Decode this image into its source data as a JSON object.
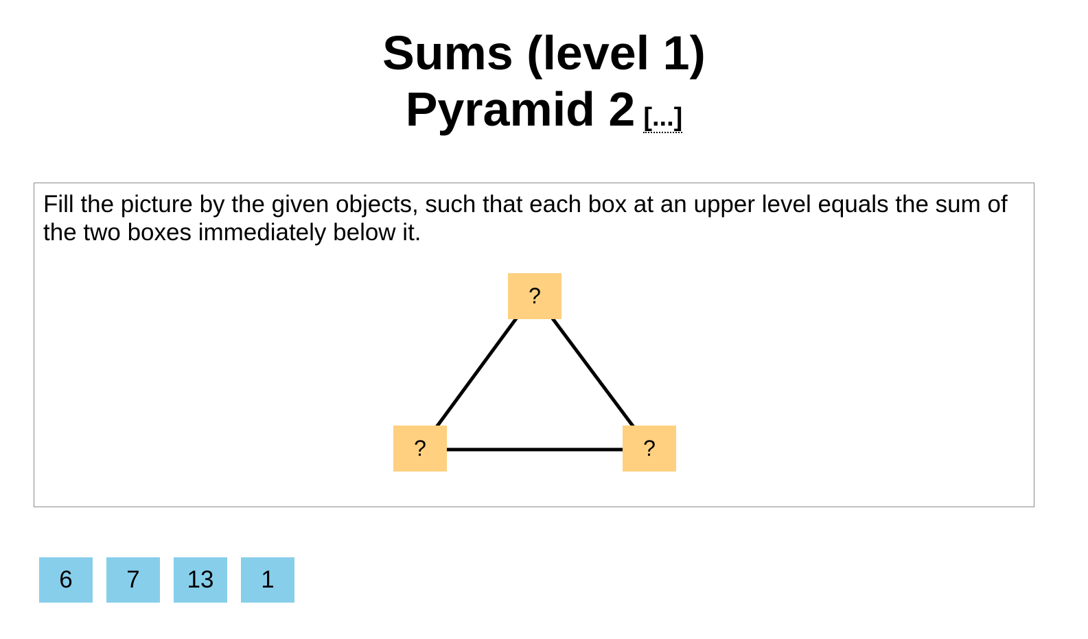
{
  "header": {
    "title": "Sums (level 1)",
    "subtitle": "Pyramid 2",
    "more_link": "[...]"
  },
  "task": {
    "instructions": "Fill the picture by the given objects, such that each box at an upper level equals the sum of the two boxes immediately below it."
  },
  "pyramid": {
    "slots": {
      "top": "?",
      "bottom_left": "?",
      "bottom_right": "?"
    }
  },
  "tiles": [
    "6",
    "7",
    "13",
    "1"
  ],
  "colors": {
    "slot": "#fed080",
    "tile": "#87ceeb",
    "border": "#8a8a8a"
  }
}
